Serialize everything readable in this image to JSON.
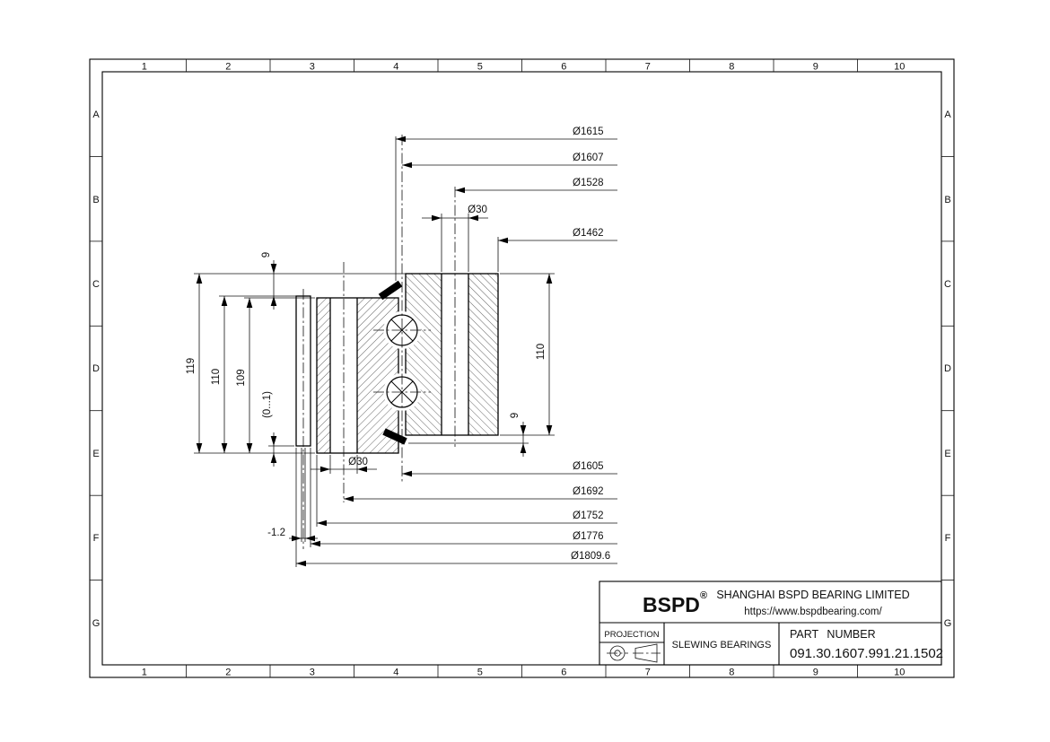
{
  "grid": {
    "columns": [
      "1",
      "2",
      "3",
      "4",
      "5",
      "6",
      "7",
      "8",
      "9",
      "10"
    ],
    "rows": [
      "A",
      "B",
      "C",
      "D",
      "E",
      "F",
      "G"
    ]
  },
  "dims": {
    "d1615": "Ø1615",
    "d1607": "Ø1607",
    "d1528": "Ø1528",
    "d30_top": "Ø30",
    "d1462": "Ø1462",
    "d1605": "Ø1605",
    "d1692": "Ø1692",
    "d1752": "Ø1752",
    "d1776": "Ø1776",
    "d1809_6": "Ø1809.6",
    "d30_bottom": "Ø30",
    "face_offset": "-1.2",
    "h119": "119",
    "h110_left": "110",
    "h109": "109",
    "gap": "(0...1)",
    "h9_left": "9",
    "h110_right": "110",
    "h9_right": "9"
  },
  "title_block": {
    "logo": "BSPD",
    "registered": "®",
    "company": "SHANGHAI BSPD BEARING LIMITED",
    "website": "https://www.bspdbearing.com/",
    "projection_label": "PROJECTION",
    "product_type": "SLEWING BEARINGS",
    "part_number_label": "PART NUMBER",
    "part_number": "091.30.1607.991.21.1502"
  }
}
